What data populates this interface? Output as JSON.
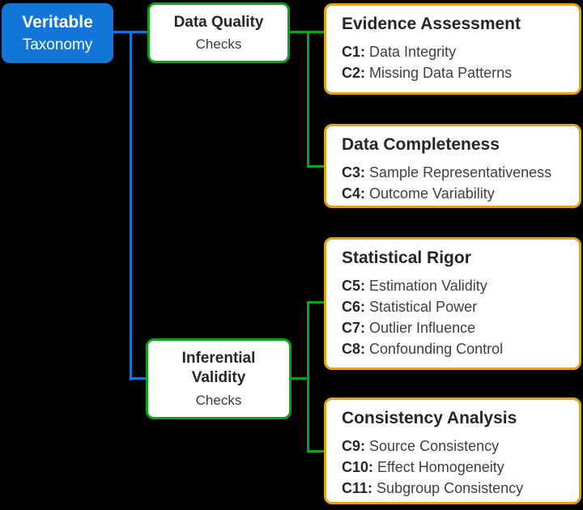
{
  "colors": {
    "blue": "#1176d8",
    "green": "#0ba318",
    "orange": "#e2a216",
    "node_background": "#ffffff",
    "canvas_background": "#000000"
  },
  "root": {
    "title": "Veritable",
    "subtitle": "Taxonomy"
  },
  "branches": [
    {
      "title": "Data Quality",
      "subtitle": "Checks"
    },
    {
      "title": "Inferential Validity",
      "subtitle": "Checks"
    }
  ],
  "categories": [
    {
      "title": "Evidence Assessment",
      "items": [
        {
          "code": "C1:",
          "label": "Data Integrity"
        },
        {
          "code": "C2:",
          "label": "Missing Data Patterns"
        }
      ]
    },
    {
      "title": "Data Completeness",
      "items": [
        {
          "code": "C3:",
          "label": "Sample Representativeness"
        },
        {
          "code": "C4:",
          "label": "Outcome Variability"
        }
      ]
    },
    {
      "title": "Statistical Rigor",
      "items": [
        {
          "code": "C5:",
          "label": "Estimation Validity"
        },
        {
          "code": "C6:",
          "label": "Statistical Power"
        },
        {
          "code": "C7:",
          "label": "Outlier Influence"
        },
        {
          "code": "C8:",
          "label": "Confounding Control"
        }
      ]
    },
    {
      "title": "Consistency Analysis",
      "items": [
        {
          "code": "C9:",
          "label": "Source Consistency"
        },
        {
          "code": "C10:",
          "label": "Effect Homogeneity"
        },
        {
          "code": "C11:",
          "label": "Subgroup Consistency"
        }
      ]
    }
  ]
}
